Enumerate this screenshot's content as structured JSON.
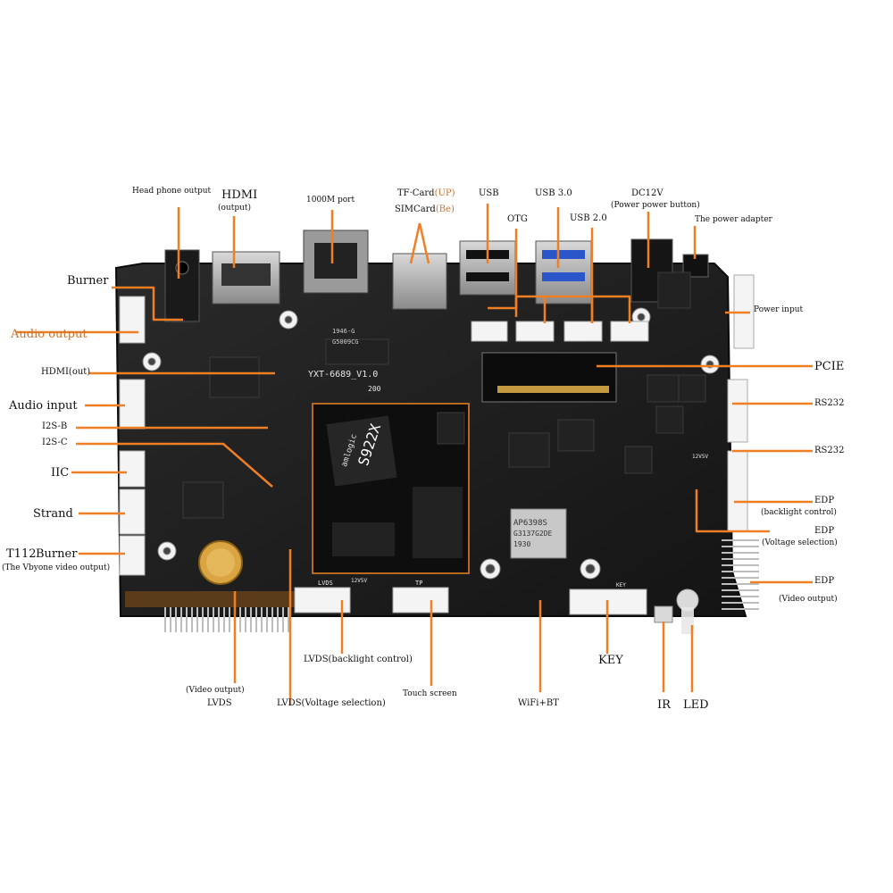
{
  "board": {
    "model": "YXT-6689_V1.0",
    "soc_brand": "amlogic",
    "soc_model": "S922X",
    "wifi_module": "AP6398S",
    "wifi_code": "G3137G2DE",
    "wifi_date": "1930",
    "chip_marks": [
      "1946-G",
      "G5009CG"
    ],
    "silk_lvds": "LVDS",
    "silk_tp": "TP",
    "silk_key": "KEY",
    "silk_lvds_v": "12V5V",
    "silk_edp_v": "12V5V",
    "silk_200": "200",
    "colors": {
      "board": "#1b1b1b",
      "callout": "#f07f23",
      "label_orange": "#c8732e"
    }
  },
  "labels": {
    "head_phone_output": "Head phone output",
    "hdmi_top": "HDMI",
    "hdmi_top_sub": "(output)",
    "port_1000m": "1000M port",
    "tf_card": "TF·Card",
    "tf_card_pos": "(UP)",
    "sim_card": "SIMCard",
    "sim_card_pos": "(Be)",
    "usb": "USB",
    "otg": "OTG",
    "usb30": "USB 3.0",
    "usb20": "USB 2.0",
    "dc12v": "DC12V",
    "dc12v_sub": "(Power power button)",
    "power_adapter": "The power adapter",
    "burner_top": "Burner",
    "audio_output": "Audio output",
    "hdmi_out": "HDMI(out)",
    "audio_input": "Audio input",
    "i2s_b": "I2S-B",
    "i2s_c": "I2S-C",
    "iic": "IIC",
    "strand": "Strand",
    "t112": "T112",
    "burner_bottom": "Burner",
    "vbyone": "(The Vbyone video output)",
    "power_input": "Power input",
    "pcie": "PCIE",
    "rs232_a": "RS232",
    "rs232_b": "RS232",
    "edp_backlight": "EDP",
    "edp_backlight_sub": "(backlight control)",
    "edp_voltage": "EDP",
    "edp_voltage_sub": "(Voltage selection)",
    "edp_video": "EDP",
    "edp_video_sub": "(Video output)",
    "lvds_video_sub": "(Video output)",
    "lvds_video": "LVDS",
    "lvds_backlight": "LVDS(backlight control)",
    "lvds_voltage": "LVDS(Voltage selection)",
    "touch_screen": "Touch screen",
    "wifi_bt": "WiFi+BT",
    "key": "KEY",
    "ir": "IR",
    "led": "LED"
  }
}
